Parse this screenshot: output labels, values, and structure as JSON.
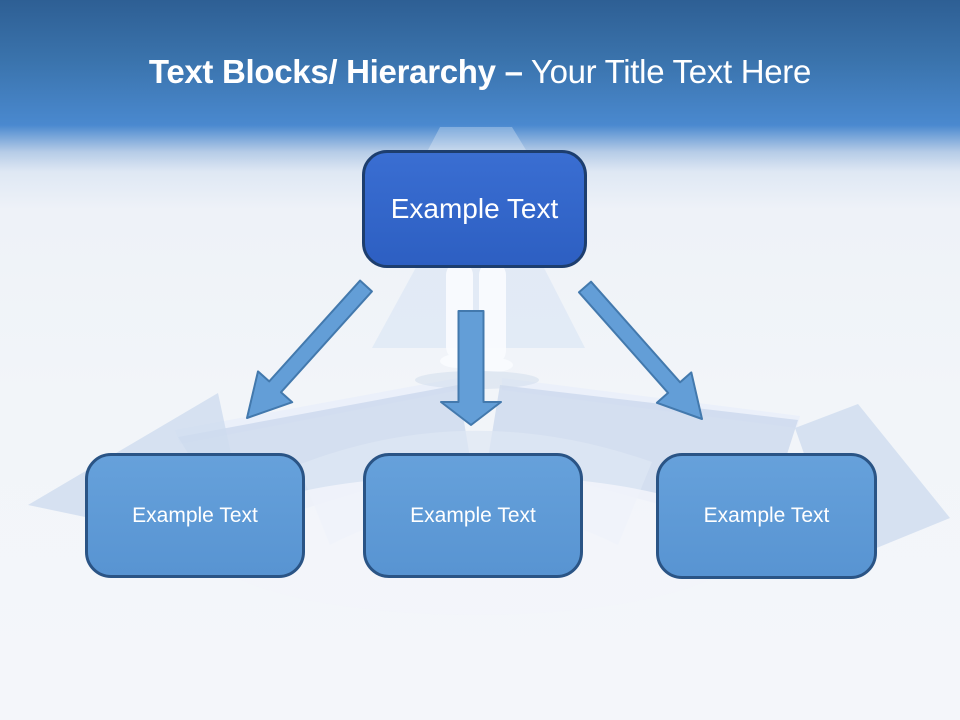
{
  "slide_title": {
    "bold": "Text Blocks/ Hierarchy –",
    "regular": " Your Title Text Here"
  },
  "nodes": {
    "top": {
      "label": "Example Text"
    },
    "children": [
      {
        "label": "Example Text"
      },
      {
        "label": "Example Text"
      },
      {
        "label": "Example Text"
      }
    ]
  },
  "icons": {
    "connector_arrows": [
      "down-left-arrow",
      "down-arrow",
      "down-right-arrow"
    ],
    "watermark": "three-way-arrows-with-figure"
  },
  "colors": {
    "header_top": "#2E5F94",
    "header_bottom": "#4A89CF",
    "body_background": "#F3F6FA",
    "top_node_fill": "#3164C9",
    "top_node_border": "#1D3E6E",
    "child_node_fill": "#5F9CD8",
    "child_node_border": "#2A5485",
    "arrow_fill": "#639ED7",
    "arrow_stroke": "#4379AD",
    "watermark_blue": "#CFDCEE",
    "text": "#FFFFFF"
  }
}
